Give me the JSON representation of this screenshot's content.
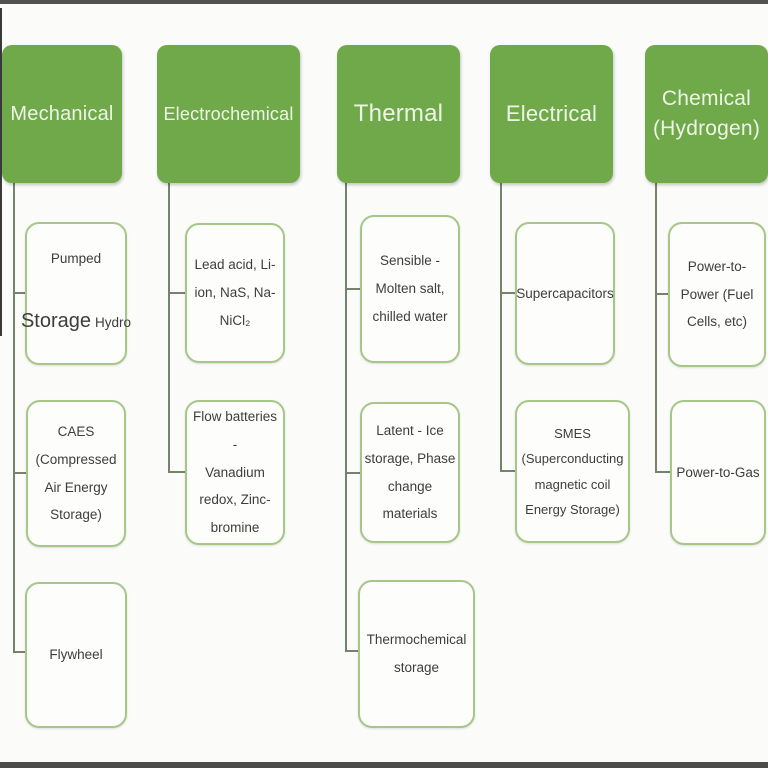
{
  "colors": {
    "header_green": "#6fa94a",
    "header_text": "#eef5e8",
    "node_border_green": "#a6c787",
    "node_text": "#3d3d3d",
    "connector": "#75836c",
    "top_bar": "#515151",
    "bottom_bar": "#4b4b4b"
  },
  "columns": [
    {
      "header": "Mechanical",
      "children": [
        {
          "line1": "Pumped",
          "big": "Storage",
          "small": "Hydro"
        },
        {
          "text": "CAES\n(Compressed\nAir Energy\nStorage)"
        },
        {
          "text": "Flywheel"
        }
      ]
    },
    {
      "header": "Electrochemical",
      "children": [
        {
          "text": "Lead acid, Li-\nion, NaS, Na-\nNiCl₂"
        },
        {
          "text": "Flow batteries -\nVanadium\nredox, Zinc-\nbromine"
        }
      ]
    },
    {
      "header": "Thermal",
      "children": [
        {
          "text": "Sensible -\nMolten salt,\nchilled water"
        },
        {
          "text": "Latent - Ice\nstorage, Phase\nchange\nmaterials"
        },
        {
          "text": "Thermochemical\nstorage"
        }
      ]
    },
    {
      "header": "Electrical",
      "children": [
        {
          "text": "Supercapacitors"
        },
        {
          "text": "SMES\n(Superconducting\nmagnetic coil\nEnergy Storage)"
        }
      ]
    },
    {
      "header": "Chemical\n(Hydrogen)",
      "children": [
        {
          "text": "Power-to-\nPower (Fuel\nCells, etc)"
        },
        {
          "text": "Power-to-Gas"
        }
      ]
    }
  ]
}
